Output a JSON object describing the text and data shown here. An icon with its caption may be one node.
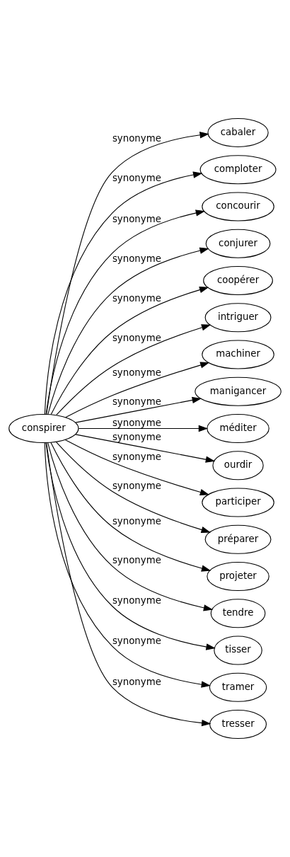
{
  "diagram": {
    "nodes": [
      {
        "text": [
          "conspirer"
        ]
      },
      {
        "text": [
          "cabaler"
        ]
      },
      {
        "text": [
          "comploter"
        ]
      },
      {
        "text": [
          "concourir"
        ]
      },
      {
        "text": [
          "conjurer"
        ]
      },
      {
        "text": [
          "coopérer"
        ]
      },
      {
        "text": [
          "intriguer"
        ]
      },
      {
        "text": [
          "machiner"
        ]
      },
      {
        "text": [
          "manigancer"
        ]
      },
      {
        "text": [
          "méditer"
        ]
      },
      {
        "text": [
          "ourdir"
        ]
      },
      {
        "text": [
          "participer"
        ]
      },
      {
        "text": [
          "préparer"
        ]
      },
      {
        "text": [
          "projeter"
        ]
      },
      {
        "text": [
          "tendre"
        ]
      },
      {
        "text": [
          "tisser"
        ]
      },
      {
        "text": [
          "tramer"
        ]
      },
      {
        "text": [
          "tresser"
        ]
      }
    ],
    "edges": [
      {
        "from": 0,
        "to": 1,
        "arrow": "to",
        "label": "synonyme"
      },
      {
        "from": 0,
        "to": 2,
        "arrow": "to",
        "label": "synonyme"
      },
      {
        "from": 0,
        "to": 3,
        "arrow": "to",
        "label": "synonyme"
      },
      {
        "from": 0,
        "to": 4,
        "arrow": "to",
        "label": "synonyme"
      },
      {
        "from": 0,
        "to": 5,
        "arrow": "to",
        "label": "synonyme"
      },
      {
        "from": 0,
        "to": 6,
        "arrow": "to",
        "label": "synonyme"
      },
      {
        "from": 0,
        "to": 7,
        "arrow": "to",
        "label": "synonyme"
      },
      {
        "from": 0,
        "to": 8,
        "arrow": "to",
        "label": "synonyme"
      },
      {
        "from": 0,
        "to": 9,
        "arrow": "to",
        "label": "synonyme"
      },
      {
        "from": 0,
        "to": 10,
        "arrow": "to",
        "label": "synonyme"
      },
      {
        "from": 0,
        "to": 11,
        "arrow": "to",
        "label": "synonyme"
      },
      {
        "from": 0,
        "to": 12,
        "arrow": "to",
        "label": "synonyme"
      },
      {
        "from": 0,
        "to": 13,
        "arrow": "to",
        "label": "synonyme"
      },
      {
        "from": 0,
        "to": 14,
        "arrow": "to",
        "label": "synonyme"
      },
      {
        "from": 0,
        "to": 15,
        "arrow": "to",
        "label": "synonyme"
      },
      {
        "from": 0,
        "to": 16,
        "arrow": "to",
        "label": "synonyme"
      },
      {
        "from": 0,
        "to": 17,
        "arrow": "to",
        "label": "synonyme"
      }
    ]
  }
}
